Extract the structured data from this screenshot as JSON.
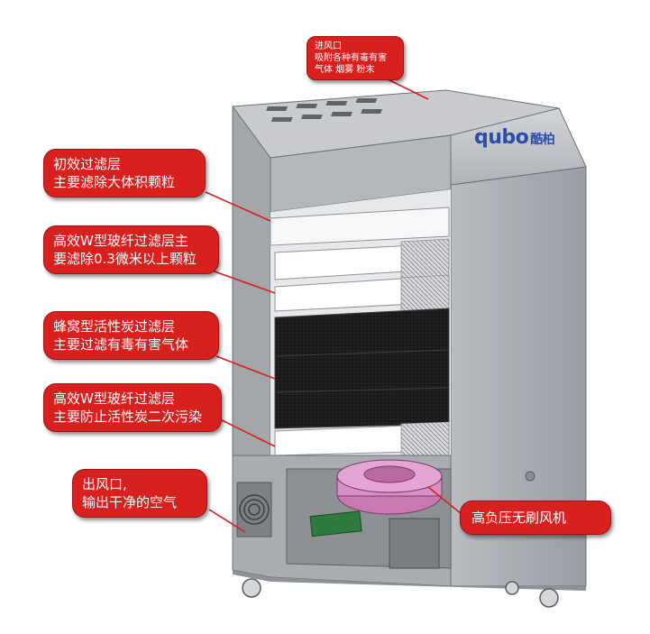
{
  "brand": {
    "logo_text": "qubo",
    "logo_cn": "酷柏"
  },
  "callouts": {
    "inlet": [
      "进风口",
      "吸附各种有毒有害",
      "气体 烟雾 粉末"
    ],
    "primary": [
      "初效过滤层",
      "主要滤除大体积颗粒"
    ],
    "hepa1": [
      "高效W型玻纤过滤层主",
      "要滤除0.3微米以上颗粒"
    ],
    "carbon": [
      "蜂窝型活性炭过滤层",
      "主要过滤有毒有害气体"
    ],
    "hepa2": [
      "高效W型玻纤过滤层",
      "主要防止活性炭二次污染"
    ],
    "outlet": [
      "出风口,",
      "输出干净的空气"
    ],
    "fan": [
      "高负压无刷风机"
    ]
  },
  "colors": {
    "callout_red": "#d8201e",
    "body_gray": "#a9acb1",
    "fan_pink": "#d88fc4",
    "brand_blue": "#2b4fa8"
  }
}
